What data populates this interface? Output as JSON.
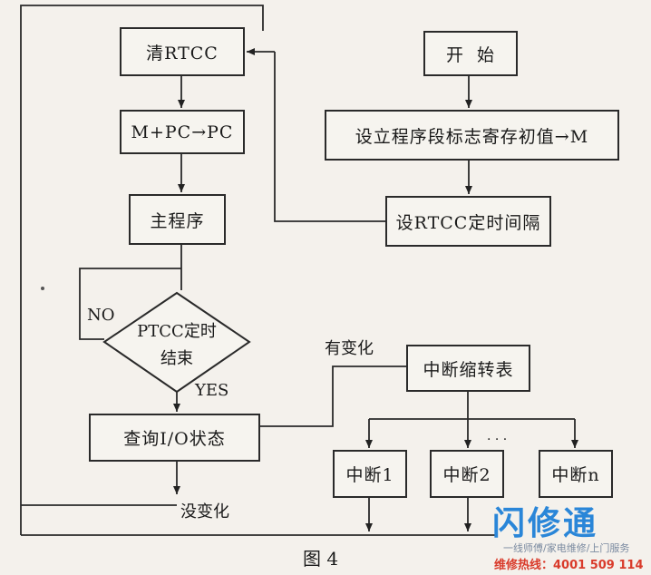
{
  "boxes": {
    "clear_rtcc": "清RTCC",
    "m_pc": "M+PC→PC",
    "main_program": "主程序",
    "query_io": "查询I/O状态",
    "start": "开  始",
    "set_initial": "设立程序段标志寄存初值→M",
    "set_interval": "设RTCC定时间隔",
    "interrupt_table": "中断缩转表",
    "interrupt_1": "中断1",
    "interrupt_2": "中断2",
    "interrupt_n": "中断n"
  },
  "decision": {
    "line1": "PTCC定时",
    "line2": "结束"
  },
  "labels": {
    "no": "NO",
    "yes": "YES",
    "changed": "有变化",
    "unchanged": "没变化",
    "ellipsis": "· · ·"
  },
  "caption": "图 4",
  "watermark": {
    "logo": "闪修通",
    "slogan": "一线师傅/家电维修/上门服务",
    "hotline": "维修热线：4001 509 114"
  }
}
